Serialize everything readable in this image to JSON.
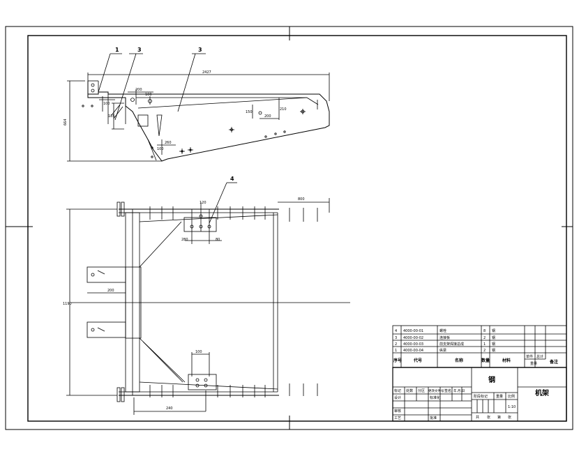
{
  "callouts": {
    "c1": "1",
    "c2": "3",
    "c3": "3",
    "c4": "4"
  },
  "dims": {
    "top_overall": "2427",
    "top_height": "664",
    "top_d1": "200",
    "top_d2": "100",
    "top_d3": "100",
    "top_d4": "185",
    "top_d5": "150",
    "top_d6": "210",
    "top_d7": "200",
    "top_d8": "260",
    "top_d9": "100",
    "plan_width": "1190",
    "plan_right": "800",
    "plan_arm": "200",
    "plan_bottom": "240",
    "plan_bottom_hole": "100",
    "plan_upper_a": "280",
    "plan_upper_b": "80",
    "plan_upper_h": "120"
  },
  "parts_list": {
    "rows": [
      {
        "no": "4",
        "code": "4000-00-01",
        "name": "螺栓",
        "qty": "8",
        "mat": "钢"
      },
      {
        "no": "3",
        "code": "4000-00-02",
        "name": "连接板",
        "qty": "2",
        "mat": "钢"
      },
      {
        "no": "2",
        "code": "4000-00-03",
        "name": "前支架焊接总成",
        "qty": "1",
        "mat": "钢"
      },
      {
        "no": "1",
        "code": "4000-00-04",
        "name": "纵梁",
        "qty": "2",
        "mat": "钢"
      }
    ],
    "header": {
      "no": "序号",
      "code": "代号",
      "name": "名称",
      "qty": "数量",
      "mat": "材料",
      "unit_w": "单件",
      "total_w": "总计",
      "weight": "重量",
      "remark": "备注"
    }
  },
  "title_block": {
    "material": "钢",
    "drawing_title": "机架",
    "revision_labels": [
      "标记",
      "处数",
      "分区",
      "更改文件号",
      "签名",
      "年.月.日"
    ],
    "design": "设计",
    "standard": "标准化",
    "review": "审核",
    "process": "工艺",
    "approve": "批准",
    "stage_label": "阶段标记",
    "weight": "重量",
    "scale": "比例",
    "scale_value": "1:10",
    "sheets_total": "共",
    "sheets_word": "张",
    "sheet_no": "第",
    "sheet_word": "张"
  }
}
